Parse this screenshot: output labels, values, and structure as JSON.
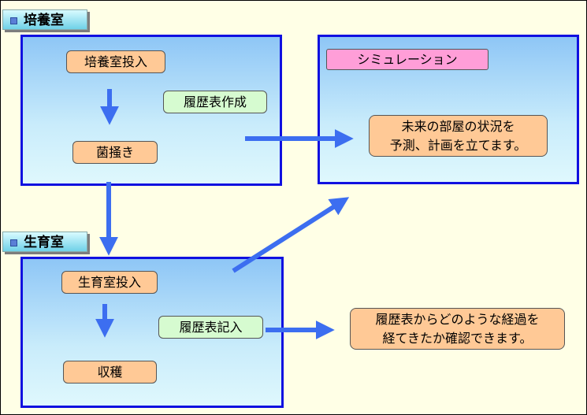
{
  "sections": {
    "culture_room": {
      "tag": "培養室",
      "step1": "培養室投入",
      "step2": "菌掻き",
      "note": "履歴表作成"
    },
    "growth_room": {
      "tag": "生育室",
      "step1": "生育室投入",
      "step2": "収穫",
      "note": "履歴表記入"
    },
    "simulation": {
      "label": "シミュレーション",
      "line1": "未来の部屋の状況を",
      "line2": "予測、計画を立てます。"
    },
    "history_result": {
      "line1": "履歴表からどのような経過を",
      "line2": "経てきたか確認できます。"
    }
  },
  "colors": {
    "panel_border": "#1010e0",
    "arrow": "#3c6ef0",
    "step_fill": "#ffc996",
    "note_fill": "#d6fbd0",
    "sim_fill": "#ff9ed8"
  }
}
